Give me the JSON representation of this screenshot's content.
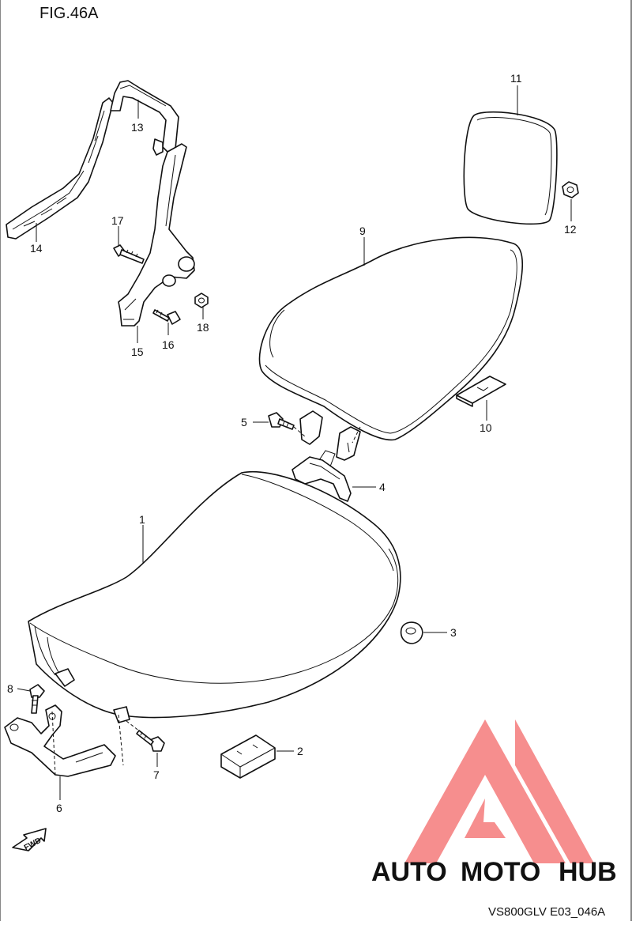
{
  "figure": {
    "title": "FIG.46A",
    "drawing_code": "VS800GLV E03_046A",
    "fwd_label": "FWD"
  },
  "callouts": [
    {
      "id": "c1",
      "label": "1"
    },
    {
      "id": "c2",
      "label": "2"
    },
    {
      "id": "c3",
      "label": "3"
    },
    {
      "id": "c4",
      "label": "4"
    },
    {
      "id": "c5",
      "label": "5"
    },
    {
      "id": "c6",
      "label": "6"
    },
    {
      "id": "c7",
      "label": "7"
    },
    {
      "id": "c8",
      "label": "8"
    },
    {
      "id": "c9",
      "label": "9"
    },
    {
      "id": "c10",
      "label": "10"
    },
    {
      "id": "c11",
      "label": "11"
    },
    {
      "id": "c12",
      "label": "12"
    },
    {
      "id": "c13",
      "label": "13"
    },
    {
      "id": "c14",
      "label": "14"
    },
    {
      "id": "c15",
      "label": "15"
    },
    {
      "id": "c16",
      "label": "16"
    },
    {
      "id": "c17",
      "label": "17"
    },
    {
      "id": "c18",
      "label": "18"
    }
  ],
  "watermark": {
    "part_a": "AUTO",
    "part_b": "MOTO",
    "part_c": "HUB",
    "color_a": "#f2b27a",
    "color_b": "#f26d6d",
    "color_c": "#8c8c8c",
    "triangle_color": "#f57a7a"
  }
}
